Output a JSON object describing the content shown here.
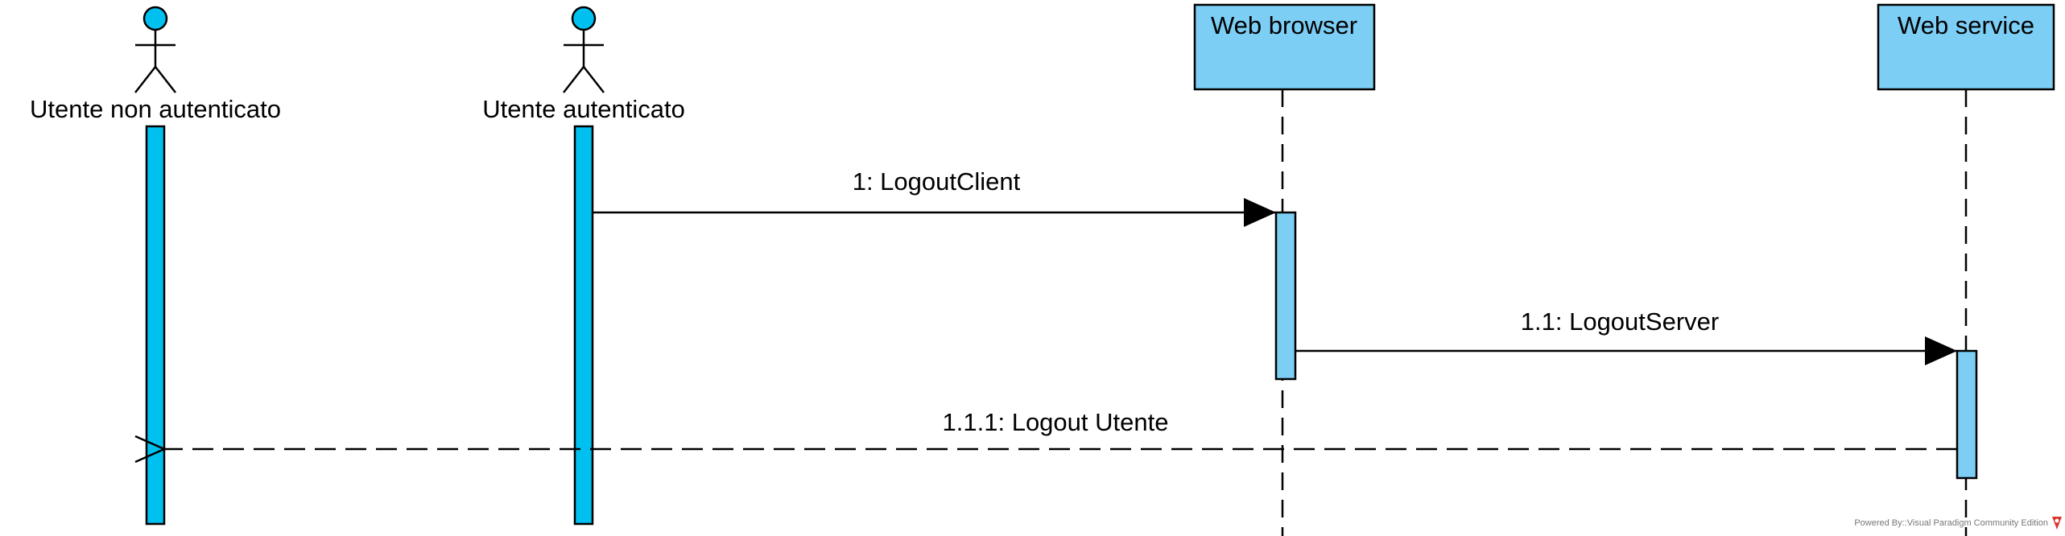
{
  "participants": [
    {
      "id": "p1",
      "kind": "actor",
      "name": "Utente non autenticato"
    },
    {
      "id": "p2",
      "kind": "actor",
      "name": "Utente autenticato"
    },
    {
      "id": "p3",
      "kind": "box",
      "name": "Web browser"
    },
    {
      "id": "p4",
      "kind": "box",
      "name": "Web service"
    }
  ],
  "messages": [
    {
      "id": "m1",
      "label": "1: LogoutClient",
      "from": "p2",
      "to": "p3",
      "style": "synchronous"
    },
    {
      "id": "m2",
      "label": "1.1: LogoutServer",
      "from": "p3",
      "to": "p4",
      "style": "synchronous"
    },
    {
      "id": "m3",
      "label": "1.1.1: Logout Utente",
      "from": "p4",
      "to": "p1",
      "style": "return"
    }
  ],
  "watermark": "Powered By::Visual Paradigm Community Edition",
  "colors": {
    "actor_fill": "#00c0f0",
    "actor_bar": "#00c0f0",
    "box_fill": "#7ccef5",
    "activation_fill": "#7ccef5",
    "line": "#000000",
    "watermark_logo": "#d9342b"
  }
}
